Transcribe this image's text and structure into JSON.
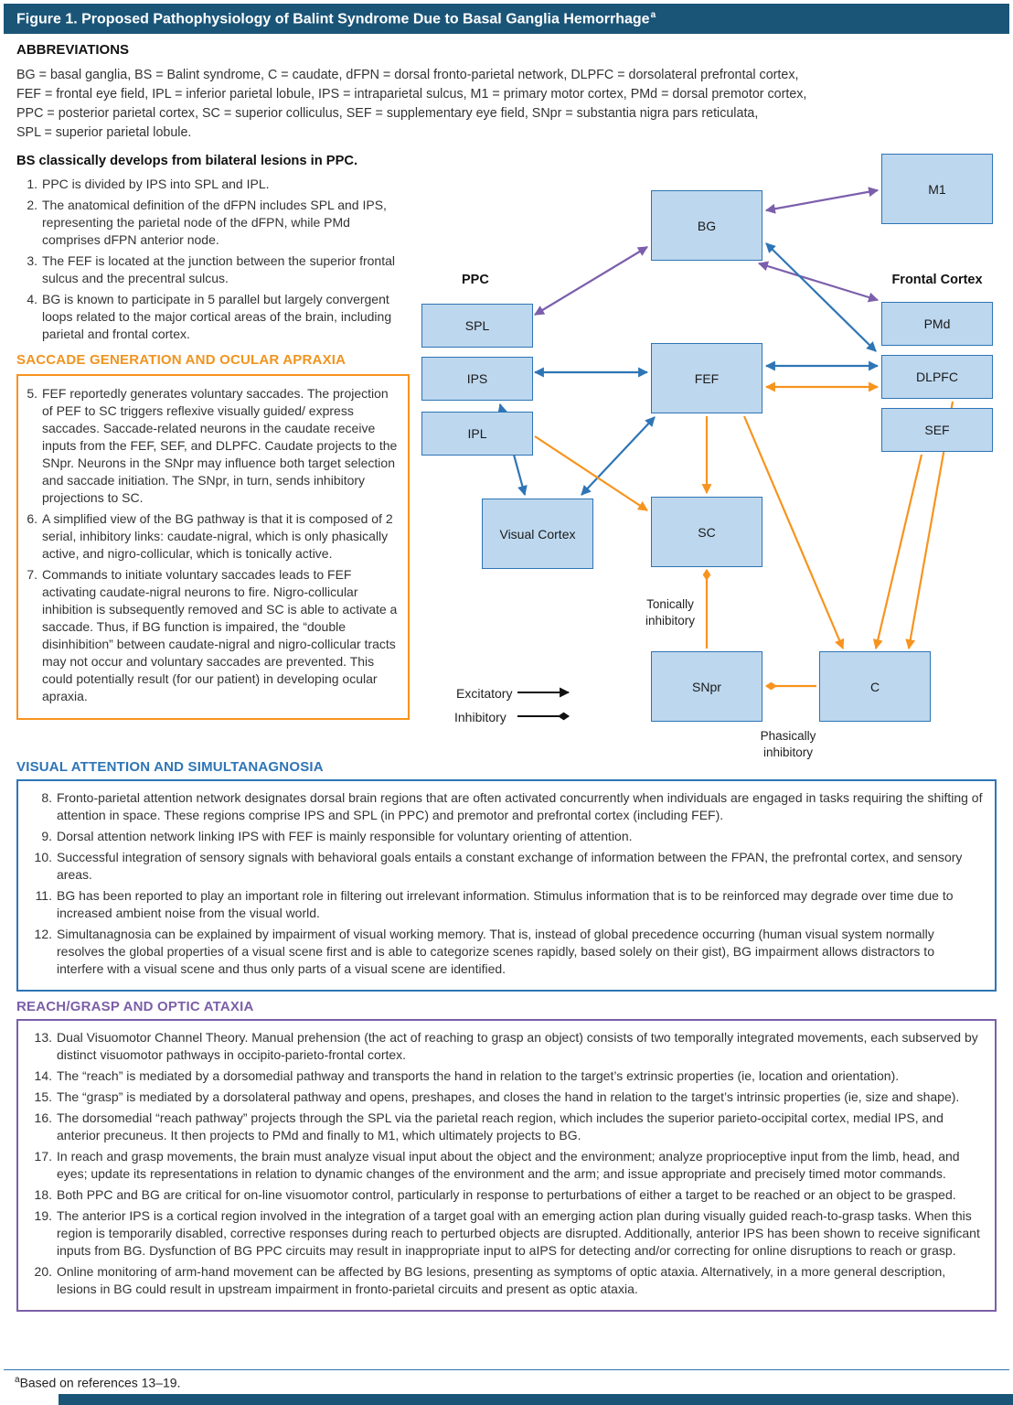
{
  "header": {
    "title": "Figure 1. Proposed Pathophysiology of Balint Syndrome Due to Basal Ganglia Hemorrhage",
    "title_sup": "a"
  },
  "abbreviations": {
    "heading": "ABBREVIATIONS",
    "lines": [
      "BG = basal ganglia, BS = Balint syndrome, C = caudate, dFPN = dorsal fronto-parietal network, DLPFC = dorsolateral prefrontal cortex,",
      "FEF = frontal eye field, IPL = inferior parietal lobule, IPS = intraparietal sulcus, M1 = primary motor cortex, PMd = dorsal premotor cortex,",
      "PPC = posterior parietal cortex, SC = superior colliculus, SEF = supplementary eye field, SNpr = substantia nigra pars reticulata,",
      "SPL = superior parietal lobule."
    ]
  },
  "section_ppc": {
    "heading": "BS classically develops from bilateral lesions in PPC.",
    "items": [
      {
        "num": "1.",
        "text": "PPC is divided by IPS into SPL and IPL."
      },
      {
        "num": "2.",
        "text": "The anatomical definition of the dFPN includes SPL and IPS, representing the parietal node of the dFPN, while PMd comprises dFPN anterior node."
      },
      {
        "num": "3.",
        "text": "The FEF is located at the junction between the superior frontal sulcus and the precentral sulcus."
      },
      {
        "num": "4.",
        "text": "BG is known to participate in 5 parallel but largely convergent loops related to the major cortical areas of the brain, including parietal and frontal cortex."
      }
    ]
  },
  "section_saccade": {
    "heading": "SACCADE GENERATION AND OCULAR APRAXIA",
    "items": [
      {
        "num": "5.",
        "text": "FEF reportedly generates voluntary saccades. The projection of PEF to SC triggers reflexive visually guided/ express saccades. Saccade-related neurons in the caudate receive inputs from the FEF, SEF, and DLPFC. Caudate projects to the SNpr. Neurons in the SNpr may influence both target selection and saccade initiation. The SNpr, in turn, sends inhibitory projections to SC."
      },
      {
        "num": "6.",
        "text": "A simplified view of the BG pathway is that it is composed of 2 serial, inhibitory links: caudate-nigral, which is only phasically active, and nigro-collicular, which is tonically active."
      },
      {
        "num": "7.",
        "text": "Commands to initiate voluntary saccades leads to FEF activating caudate-nigral neurons to fire. Nigro-collicular inhibition is subsequently removed and SC is able to activate a saccade. Thus, if BG function is impaired, the “double disinhibition” between caudate-nigral and nigro-collicular tracts may not occur and voluntary saccades are prevented. This could potentially result (for our patient) in developing ocular apraxia."
      }
    ]
  },
  "section_visual": {
    "heading": "VISUAL ATTENTION AND SIMULTANAGNOSIA",
    "items": [
      {
        "num": "8.",
        "text": "Fronto-parietal attention network designates dorsal brain regions that are often activated concurrently when individuals are engaged in tasks requiring the shifting of attention in space. These regions comprise IPS and SPL (in PPC) and premotor and prefrontal cortex (including FEF)."
      },
      {
        "num": "9.",
        "text": "Dorsal attention network linking IPS with FEF is mainly responsible for voluntary orienting of attention."
      },
      {
        "num": "10.",
        "text": "Successful integration of sensory signals with behavioral goals entails a constant exchange of information between the FPAN, the prefrontal cortex, and sensory areas."
      },
      {
        "num": "11.",
        "text": "BG has been reported to play an important role in filtering out irrelevant information. Stimulus information that is to be reinforced may degrade over time due to increased ambient noise from the visual world."
      },
      {
        "num": "12.",
        "text": "Simultanagnosia can be explained by impairment of visual working memory. That is, instead of global precedence occurring (human visual system normally resolves the global properties of a visual scene first and is able to categorize scenes rapidly, based solely on their gist), BG impairment allows distractors to interfere with a visual scene and thus only parts of a visual scene are identified."
      }
    ]
  },
  "section_reach": {
    "heading": "REACH/GRASP AND OPTIC ATAXIA",
    "items": [
      {
        "num": "13.",
        "text": "Dual Visuomotor Channel Theory. Manual prehension (the act of reaching to grasp an object) consists of two temporally integrated movements, each subserved by distinct visuomotor pathways in occipito-parieto-frontal cortex."
      },
      {
        "num": "14.",
        "text": "The “reach” is mediated by a dorsomedial pathway and transports the hand in relation to the target’s extrinsic properties (ie, location and orientation)."
      },
      {
        "num": "15.",
        "text": "The “grasp” is mediated by a dorsolateral pathway and opens, preshapes, and closes the hand in relation to the target’s intrinsic properties (ie, size and shape)."
      },
      {
        "num": "16.",
        "text": "The dorsomedial “reach pathway” projects through the SPL via the parietal reach region, which includes the superior parieto-occipital cortex, medial IPS, and anterior precuneus. It then projects to PMd and finally to M1, which ultimately projects to BG."
      },
      {
        "num": "17.",
        "text": "In reach and grasp movements, the brain must analyze visual input about the object and the environment; analyze proprioceptive input from the limb, head, and eyes; update its representations in relation to dynamic changes of the environment and the arm; and issue appropriate and precisely timed motor commands."
      },
      {
        "num": "18.",
        "text": "Both PPC and BG are critical for on-line visuomotor control, particularly in response to perturbations of either a target to be reached or an object to be grasped."
      },
      {
        "num": "19.",
        "text": "The anterior IPS is a cortical region involved in the integration of a target goal with an emerging action plan during visually guided reach-to-grasp tasks. When this region is temporarily disabled, corrective responses during reach to perturbed objects are disrupted. Additionally, anterior IPS has been shown to receive significant inputs from BG. Dysfunction of BG PPC circuits may result in inappropriate input to aIPS for detecting and/or correcting for online disruptions to reach or grasp."
      },
      {
        "num": "20.",
        "text": "Online monitoring of arm-hand movement can be affected by BG lesions, presenting as symptoms of optic ataxia. Alternatively, in a more general description, lesions in BG could result in upstream impairment in fronto-parietal circuits and present as optic ataxia."
      }
    ]
  },
  "diagram": {
    "group_labels": {
      "ppc": "PPC",
      "frontal_cortex": "Frontal Cortex"
    },
    "nodes": {
      "bg": "BG",
      "m1": "M1",
      "spl": "SPL",
      "ips": "IPS",
      "ipl": "IPL",
      "fef": "FEF",
      "pmd": "PMd",
      "dlpfc": "DLPFC",
      "sef": "SEF",
      "visual_cortex": "Visual Cortex",
      "sc": "SC",
      "snpr": "SNpr",
      "c": "C"
    },
    "annotations": {
      "tonically": "Tonically inhibitory",
      "phasically": "Phasically inhibitory"
    },
    "legend": {
      "excitatory": "Excitatory",
      "inhibitory": "Inhibitory"
    },
    "edges": [
      {
        "from": "SPL",
        "to": "BG",
        "color": "purple",
        "style": "bidirectional"
      },
      {
        "from": "BG",
        "to": "M1",
        "color": "purple",
        "style": "bidirectional"
      },
      {
        "from": "BG",
        "to": "PMd",
        "color": "purple",
        "style": "bidirectional"
      },
      {
        "from": "IPS",
        "to": "FEF",
        "color": "blue",
        "style": "bidirectional"
      },
      {
        "from": "FEF",
        "to": "DLPFC",
        "color": "blue",
        "style": "bidirectional"
      },
      {
        "from": "BG",
        "to": "DLPFC",
        "color": "blue",
        "style": "bidirectional"
      },
      {
        "from": "IPS",
        "to": "Visual Cortex",
        "color": "blue",
        "style": "bidirectional"
      },
      {
        "from": "FEF",
        "to": "Visual Cortex",
        "color": "blue",
        "style": "bidirectional"
      },
      {
        "from": "FEF",
        "to": "SC",
        "color": "orange",
        "style": "excitatory"
      },
      {
        "from": "FEF",
        "to": "DLPFC",
        "color": "orange",
        "style": "bidirectional"
      },
      {
        "from": "IPL",
        "to": "SC",
        "color": "orange",
        "style": "excitatory"
      },
      {
        "from": "FEF",
        "to": "C",
        "color": "orange",
        "style": "excitatory"
      },
      {
        "from": "DLPFC",
        "to": "C",
        "color": "orange",
        "style": "excitatory"
      },
      {
        "from": "SEF",
        "to": "C",
        "color": "orange",
        "style": "excitatory"
      },
      {
        "from": "SNpr",
        "to": "SC",
        "color": "orange",
        "style": "inhibitory"
      },
      {
        "from": "C",
        "to": "SNpr",
        "color": "orange",
        "style": "inhibitory"
      }
    ]
  },
  "footnote": {
    "sup": "a",
    "text": "Based on references 13–19."
  },
  "colors": {
    "header_bg": "#1A5578",
    "orange": "#F7941E",
    "blue": "#2E75B6",
    "purple": "#7C5FAC",
    "node_fill": "#BDD7EE",
    "node_border": "#2E74B5"
  }
}
